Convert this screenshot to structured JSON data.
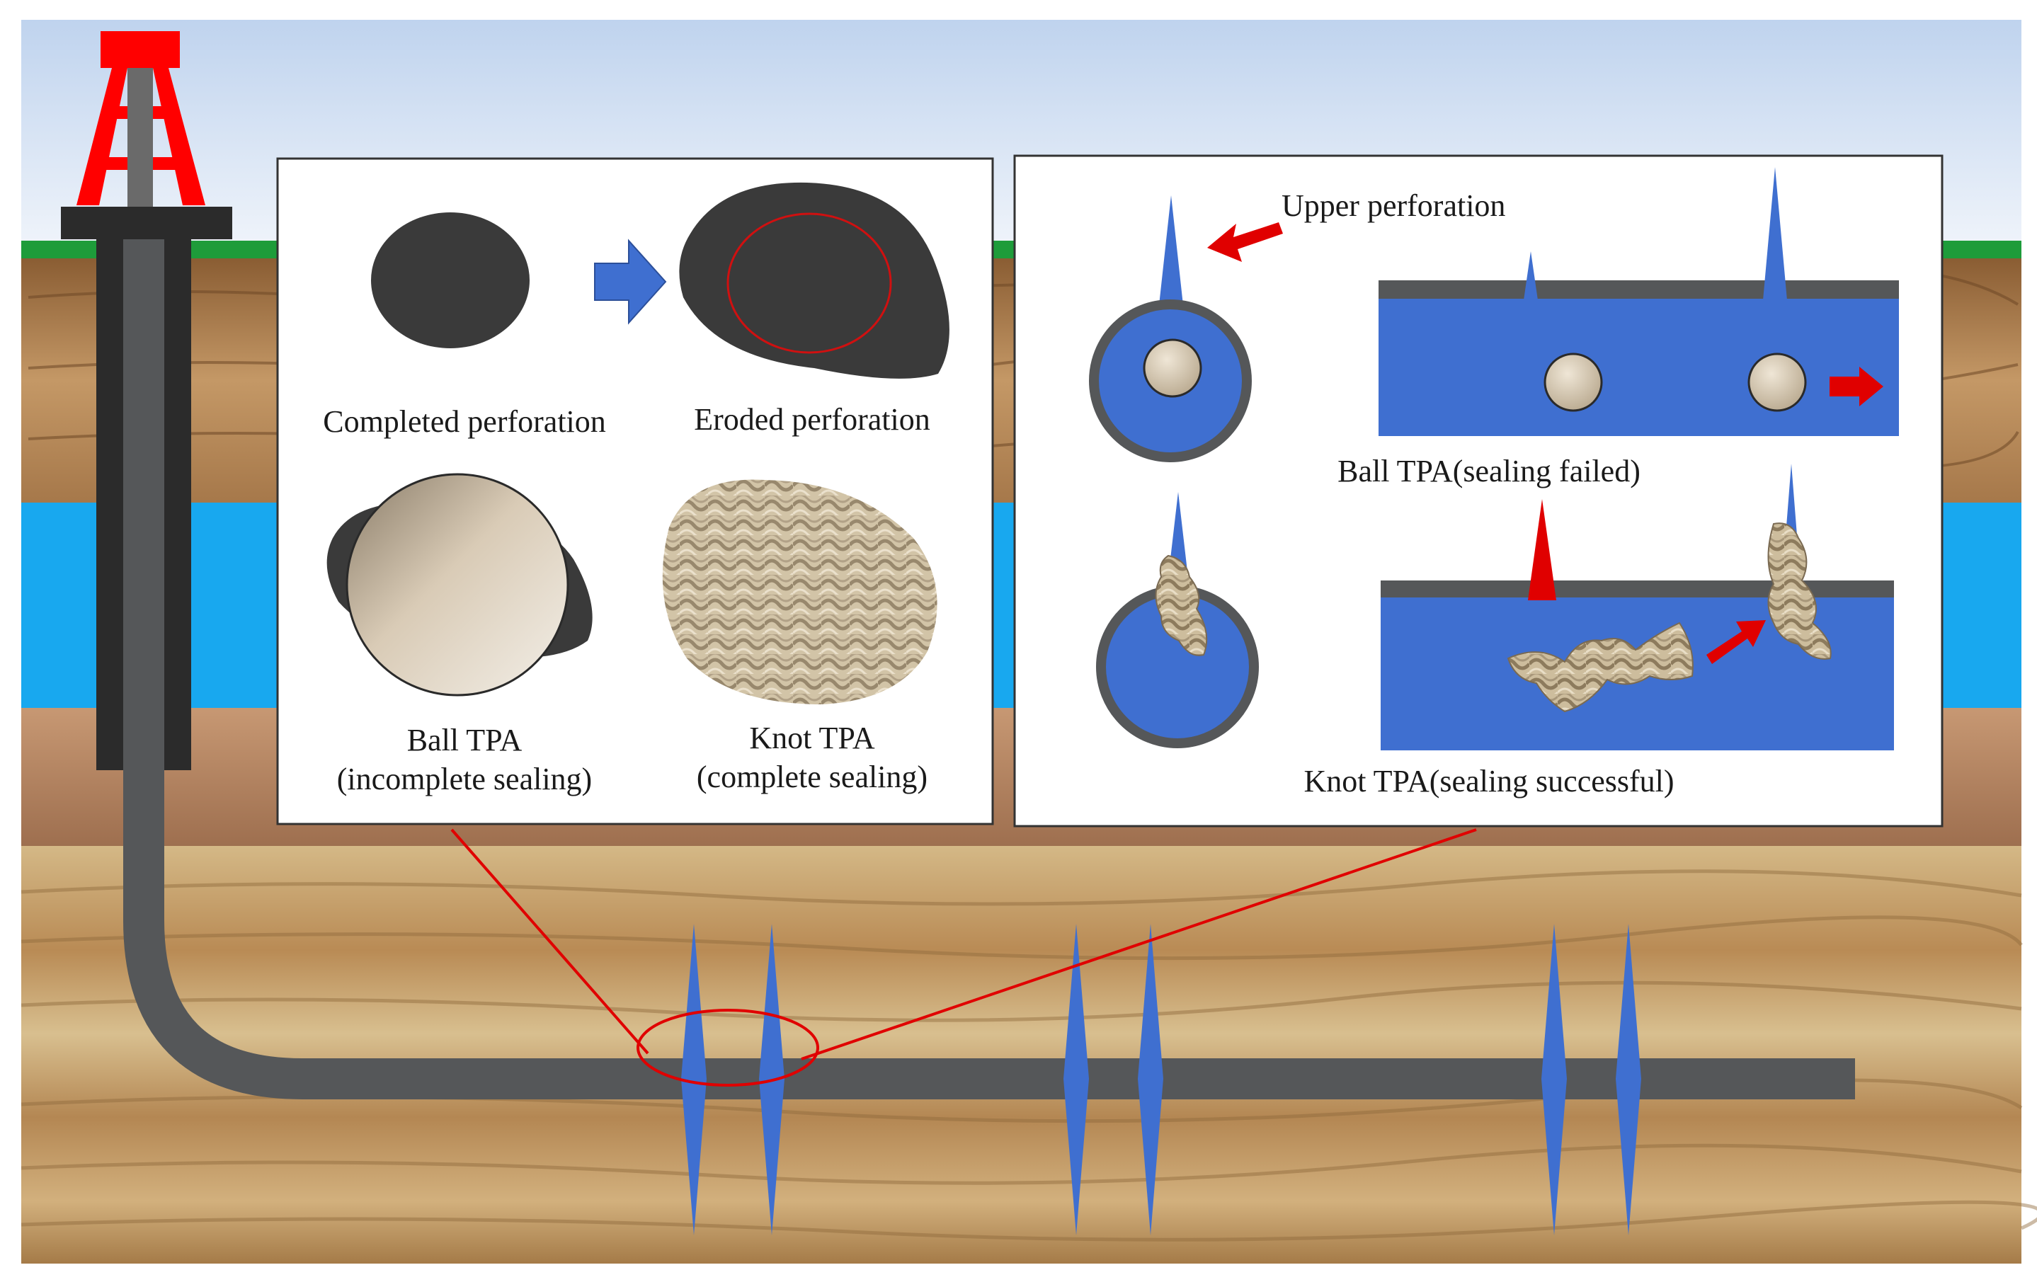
{
  "colors": {
    "sky_top": "#c4d6ee",
    "sky_bottom": "#eef3fa",
    "grass": "#1e9c3a",
    "soil": "#b98a56",
    "aquifer": "#18a8ef",
    "sandstone": "#cfae7a",
    "casing": "#555759",
    "casing_dark": "#2b2b2b",
    "derrick": "#ff0000",
    "fracture": "#3f6fd0",
    "well_blue": "#3f6fd0",
    "ball": "#cfc3b0",
    "callout_line": "#e00000"
  },
  "left_panel": {
    "completed_perforation": "Completed perforation",
    "eroded_perforation": "Eroded perforation",
    "ball_tpa_line1": "Ball TPA",
    "ball_tpa_line2": "(incomplete sealing)",
    "knot_tpa_line1": "Knot TPA",
    "knot_tpa_line2": "(complete sealing)"
  },
  "right_panel": {
    "upper_perforation": "Upper perforation",
    "ball_tpa_failed": "Ball TPA(sealing failed)",
    "knot_tpa_successful": "Knot TPA(sealing successful)"
  }
}
